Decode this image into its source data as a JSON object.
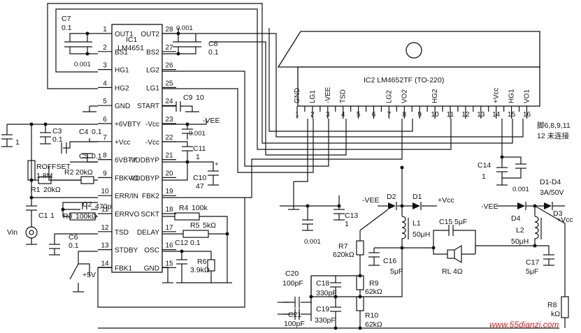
{
  "ic1": {
    "name": "IC1",
    "part": "LM4651",
    "left_pins": [
      {
        "num": "1",
        "name": "OUT1"
      },
      {
        "num": "2",
        "name": "BS1"
      },
      {
        "num": "3",
        "name": "HG1"
      },
      {
        "num": "4",
        "name": "HG2"
      },
      {
        "num": "5",
        "name": "GND"
      },
      {
        "num": "6",
        "name": "+6VBTY"
      },
      {
        "num": "7",
        "name": "+Vcc"
      },
      {
        "num": "8",
        "name": "6VBTY"
      },
      {
        "num": "9",
        "name": "FBKVO"
      },
      {
        "num": "10",
        "name": "ERR/IN"
      },
      {
        "num": "11",
        "name": "ERRVO"
      },
      {
        "num": "12",
        "name": "TSD"
      },
      {
        "num": "13",
        "name": "STDBY"
      },
      {
        "num": "14",
        "name": "FBK1"
      }
    ],
    "right_pins": [
      {
        "num": "28",
        "name": "OUT2"
      },
      {
        "num": "27",
        "name": "BS2"
      },
      {
        "num": "26",
        "name": "LG2"
      },
      {
        "num": "25",
        "name": "LG1"
      },
      {
        "num": "24",
        "name": "START"
      },
      {
        "num": "23",
        "name": "-Vcc"
      },
      {
        "num": "22",
        "name": "-Vcc"
      },
      {
        "num": "21",
        "name": "-VDDBYP"
      },
      {
        "num": "20",
        "name": "-VDDBYP"
      },
      {
        "num": "19",
        "name": "FBK2"
      },
      {
        "num": "18",
        "name": "SCKT"
      },
      {
        "num": "17",
        "name": "DELAY"
      },
      {
        "num": "16",
        "name": "OSC"
      },
      {
        "num": "15",
        "name": "GND"
      }
    ]
  },
  "ic2": {
    "title": "IC2   LM4652TF (TO-220)",
    "pins": [
      {
        "num": "1",
        "name": "GND"
      },
      {
        "num": "2",
        "name": "LG1"
      },
      {
        "num": "3",
        "name": "-VEE"
      },
      {
        "num": "4",
        "name": "TSD"
      },
      {
        "num": "5",
        "name": ""
      },
      {
        "num": "6",
        "name": ""
      },
      {
        "num": "7",
        "name": "LG2"
      },
      {
        "num": "8",
        "name": "VO2"
      },
      {
        "num": "9",
        "name": ""
      },
      {
        "num": "10",
        "name": "HG2"
      },
      {
        "num": "11",
        "name": ""
      },
      {
        "num": "12",
        "name": ""
      },
      {
        "num": "13",
        "name": ""
      },
      {
        "num": "14",
        "name": "+Vcc"
      },
      {
        "num": "15",
        "name": "HG1"
      },
      {
        "num": "16",
        "name": "VO1"
      }
    ],
    "note_line1": "脚6,8,9,11",
    "note_line2": "12 未连接"
  },
  "components": {
    "c7": "C7",
    "c7v": "0.1",
    "c7b": "0.001",
    "c8top": "0.001",
    "c8": "C8",
    "c8v": "0.1",
    "c9": "C9",
    "c9v": "10",
    "c3": "C3",
    "c3v": "0.1",
    "c_left_v": "1",
    "c4": "C4",
    "c4v": "0.1",
    "c5": "C5",
    "c5v": "0.1",
    "roffset": "ROFFSET",
    "roffset_v": "1.8M",
    "r2": "R2",
    "r2v": "20kΩ",
    "r1": "R1",
    "r1v": "20kΩ",
    "c1": "C1",
    "c1v": "1",
    "c2": "C2",
    "c2v": "470p",
    "r3": "R3",
    "r3v": "100kΩ",
    "c6": "C6",
    "c6v": "0.1",
    "vin": "Vin",
    "plus5v": "+5V",
    "r4": "R4",
    "r4v": "100k",
    "r5": "R5",
    "r5v": "5kΩ",
    "c12": "C12",
    "c12v": "0.1",
    "r6": "R6",
    "r6v": "3.9kΩ",
    "c11": "C11",
    "c11v": "1",
    "c10": "C10",
    "c10v": "47",
    "c_0001_mid": "0.001",
    "vee_top": "-VEE",
    "c13": "C13",
    "c13v": "1",
    "c_0001_bot": "0.001",
    "d2": "D2",
    "d1": "D1",
    "vee_d": "-VEE",
    "vcc_d": "+Vcc",
    "l1": "L1",
    "l1v": "50μH",
    "c15": "C15",
    "c15v": "5μF",
    "r7": "R7",
    "r7v": "620kΩ",
    "c16": "C16",
    "c16v": "5μF",
    "rl": "RL  4Ω",
    "c20": "C20",
    "c20v": "100pF",
    "c18": "C18",
    "c18v": "330pF",
    "r9": "R9",
    "r9v": "62kΩ",
    "c21": "C21",
    "c21v": "100pF",
    "c19": "C19",
    "c19v": "330pF",
    "r10": "R10",
    "r10v": "62kΩ",
    "c14": "C14",
    "c14v": "1",
    "c14b": "0.001",
    "d1d4": "D1-D4",
    "d1d4v": "3A/50V",
    "vee_r": "-VEE",
    "d4": "D4",
    "d3": "D3",
    "vcc_r": "+Vcc",
    "l2": "L2",
    "l2v": "50μH",
    "c17": "C17",
    "c17v": "5μF",
    "r8": "R8",
    "r8v": "kΩ"
  },
  "watermark": "www.55dianzi.com"
}
